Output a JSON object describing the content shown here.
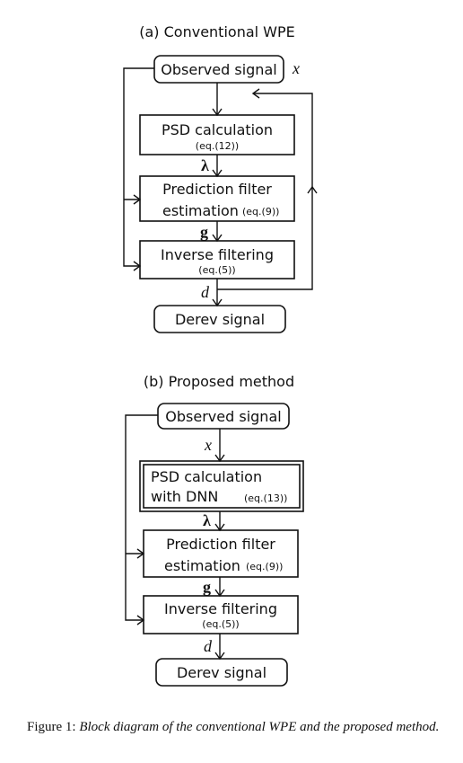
{
  "panel_a": {
    "title": "(a) Conventional WPE",
    "observed": "Observed signal",
    "var_x": "x",
    "psd": "PSD calculation",
    "psd_eq": "(eq.(12))",
    "var_lambda": "λ",
    "pred_line1": "Prediction filter",
    "pred_line2": "estimation",
    "pred_eq": "(eq.(9))",
    "var_g": "g",
    "inv": "Inverse filtering",
    "inv_eq": "(eq.(5))",
    "var_d": "d",
    "derev": "Derev signal"
  },
  "panel_b": {
    "title": "(b) Proposed method",
    "observed": "Observed signal",
    "var_x": "x",
    "psd_line1": "PSD calculation",
    "psd_line2": "with DNN",
    "psd_eq": "(eq.(13))",
    "var_lambda": "λ",
    "pred_line1": "Prediction filter",
    "pred_line2": "estimation",
    "pred_eq": "(eq.(9))",
    "var_g": "g",
    "inv": "Inverse filtering",
    "inv_eq": "(eq.(5))",
    "var_d": "d",
    "derev": "Derev signal"
  },
  "caption": {
    "label": "Figure 1:",
    "text": "Block diagram of the conventional WPE and the proposed method."
  }
}
